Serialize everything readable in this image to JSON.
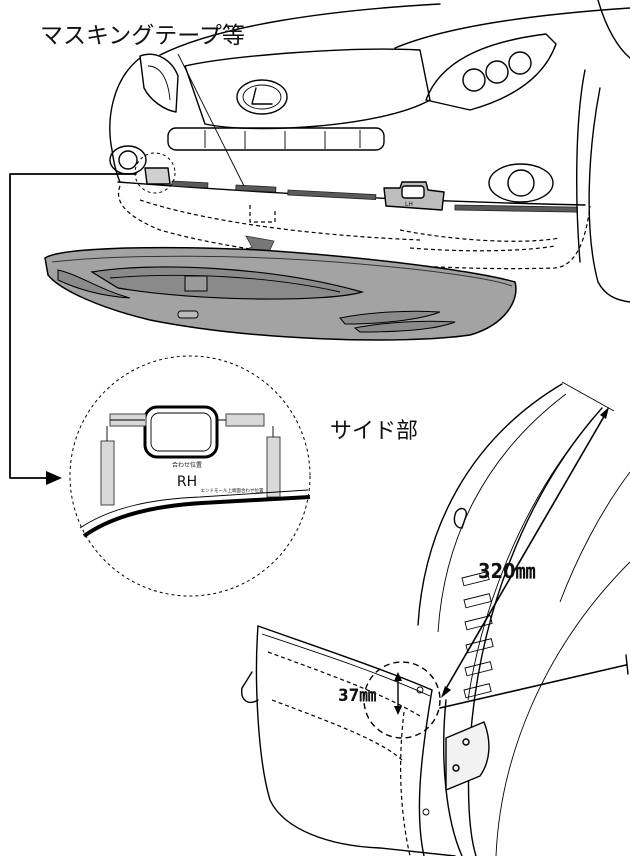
{
  "labels": {
    "masking_tape": "マスキングテープ等",
    "side_part": "サイド部",
    "dim_320": "320㎜",
    "dim_37": "37㎜",
    "rh": "RH",
    "lh": "LH",
    "align_position": "合わせ位置",
    "end_mold_align": "エンドモール上端面合わせ位置"
  },
  "colors": {
    "spoiler_fill": "#a3a3a3",
    "spoiler_inner": "#8a8a8a",
    "tape_dark": "#5a5a5a",
    "tape_light": "#d9d9d9",
    "line": "#000000"
  }
}
